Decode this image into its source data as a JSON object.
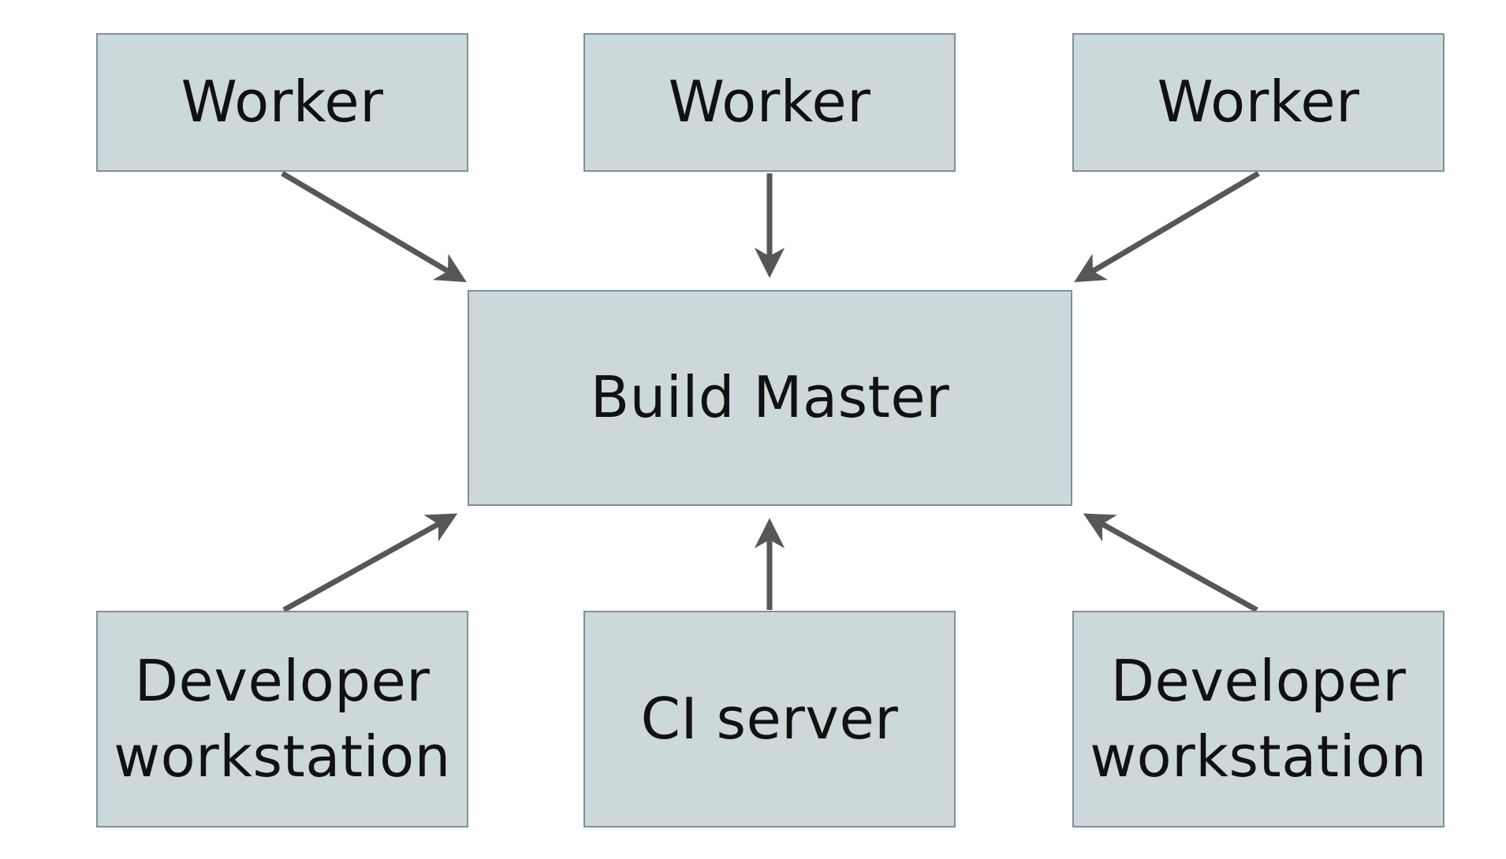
{
  "diagram": {
    "type": "architecture-diagram",
    "nodes": {
      "worker_top_left": {
        "label": "Worker"
      },
      "worker_top_center": {
        "label": "Worker"
      },
      "worker_top_right": {
        "label": "Worker"
      },
      "build_master": {
        "label": "Build Master"
      },
      "developer_workstation_left": {
        "label": "Developer workstation"
      },
      "ci_server": {
        "label": "CI server"
      },
      "developer_workstation_right": {
        "label": "Developer workstation"
      }
    },
    "edges": [
      {
        "from": "worker_top_left",
        "to": "build_master"
      },
      {
        "from": "worker_top_center",
        "to": "build_master"
      },
      {
        "from": "worker_top_right",
        "to": "build_master"
      },
      {
        "from": "developer_workstation_left",
        "to": "build_master"
      },
      {
        "from": "ci_server",
        "to": "build_master"
      },
      {
        "from": "developer_workstation_right",
        "to": "build_master"
      }
    ],
    "colors": {
      "background": "#ffffff",
      "node_fill": "#cdd8da",
      "node_border": "#7b929b",
      "arrow": "#575757",
      "text": "#111111"
    }
  }
}
